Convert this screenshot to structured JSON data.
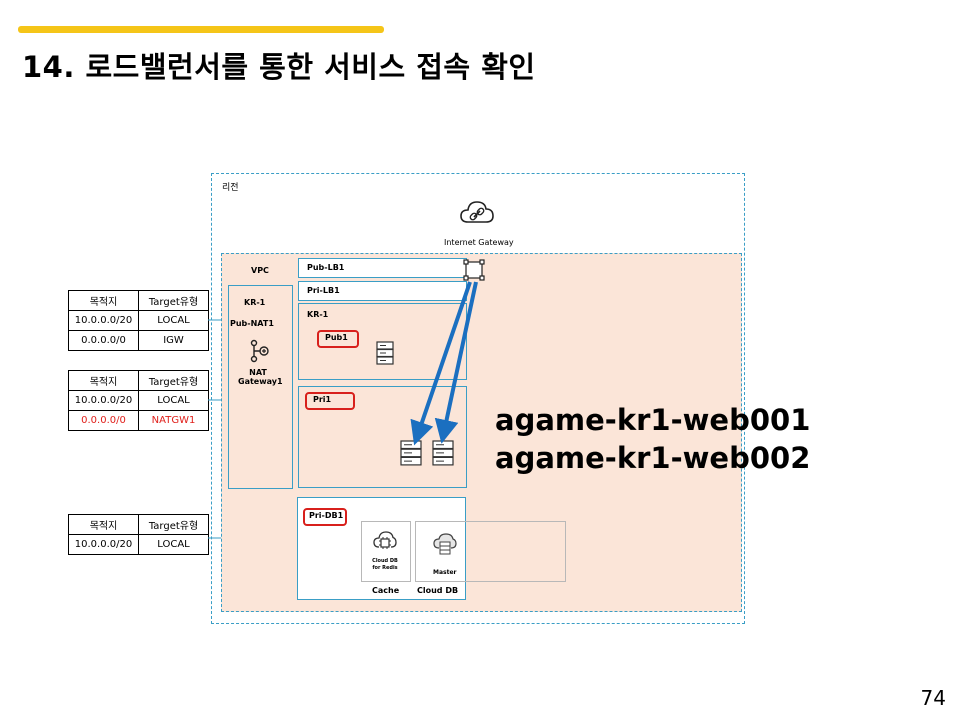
{
  "header": {
    "title": "14. 로드밸런서를 통한 서비스 접속 확인",
    "page_number": "74"
  },
  "route_tables": [
    {
      "headers": [
        "목적지",
        "Target유형"
      ],
      "rows": [
        [
          "10.0.0.0/20",
          "LOCAL"
        ],
        [
          "0.0.0.0/0",
          "IGW"
        ]
      ]
    },
    {
      "headers": [
        "목적지",
        "Target유형"
      ],
      "rows": [
        [
          "10.0.0.0/20",
          "LOCAL"
        ],
        [
          "0.0.0.0/0",
          "NATGW1"
        ]
      ]
    },
    {
      "headers": [
        "목적지",
        "Target유형"
      ],
      "rows": [
        [
          "10.0.0.0/20",
          "LOCAL"
        ]
      ]
    }
  ],
  "diagram": {
    "region_label": "리전",
    "internet_gateway_label": "Internet Gateway",
    "vpc_label": "VPC",
    "kr1_left_label": "KR-1",
    "pub_nat_label": "Pub-NAT1",
    "nat_gateway_label": "NAT\nGateway1",
    "pub_lb_label": "Pub-LB1",
    "pri_lb_label": "Pri-LB1",
    "kr1_right_label": "KR-1",
    "pub1_label": "Pub1",
    "pri1_label": "Pri1",
    "pri_db_label": "Pri-DB1",
    "redis_label": "Cloud DB\nfor Redis",
    "master_label": "Master",
    "cache_label": "Cache",
    "cloud_db_label": "Cloud DB",
    "server_names": [
      "agame-kr1-web001",
      "agame-kr1-web002"
    ],
    "highlight_color": "#d8201c",
    "arrow_color": "#1b6fc0",
    "line_color": "#3a9ec6"
  }
}
